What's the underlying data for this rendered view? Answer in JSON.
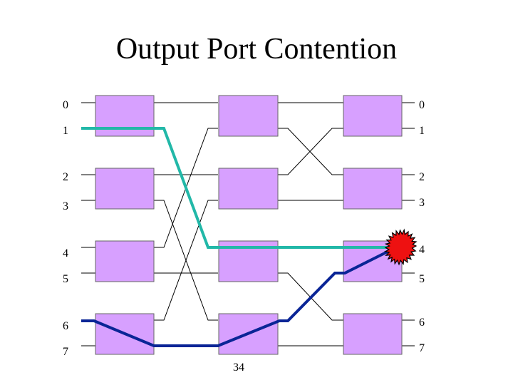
{
  "slide": {
    "title": "Output Port Contention",
    "page_number": "34"
  },
  "inputs": [
    "0",
    "1",
    "2",
    "3",
    "4",
    "5",
    "6",
    "7"
  ],
  "outputs": [
    "0",
    "1",
    "2",
    "3",
    "4",
    "5",
    "6",
    "7"
  ],
  "network": {
    "stages": 3,
    "switches_per_stage": 4
  },
  "colors": {
    "switch_fill": "#d7a0ff",
    "switch_border": "#666666",
    "wire": "#000000",
    "path_a": "#22b8a8",
    "path_b": "#0a2596",
    "collision": "#ff1a1a"
  },
  "paths": [
    {
      "name": "teal-path",
      "from_input": "1",
      "to_output": "4"
    },
    {
      "name": "blue-path",
      "from_input": "6",
      "to_output": "4"
    }
  ],
  "collision": {
    "output": "4"
  }
}
